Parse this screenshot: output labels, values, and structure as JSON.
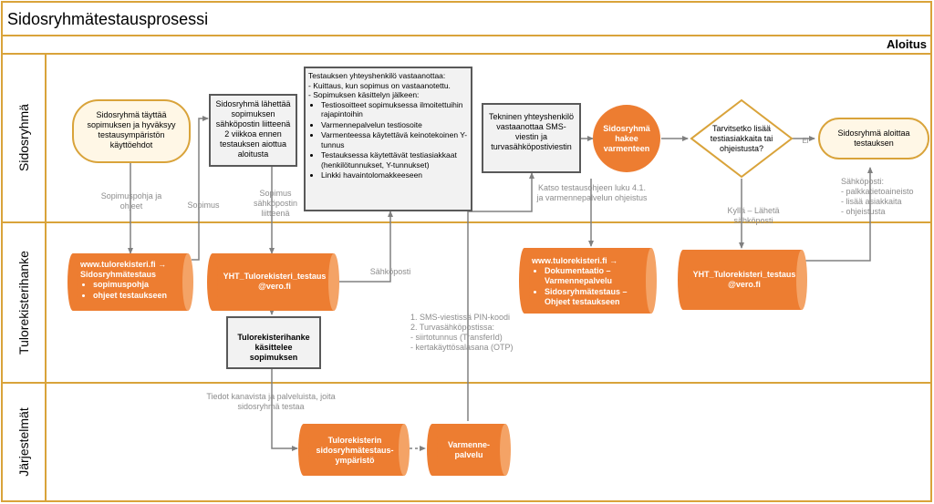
{
  "title": "Sidosryhmätestausprosessi",
  "header_right": "Aloitus",
  "lanes": [
    "Sidosryhmä",
    "Tulorekisterihanke",
    "Järjestelmät"
  ],
  "nodes": {
    "n1": "Sidosryhmä täyttää sopimuksen ja hyväksyy testausympäristön käyttöehdot",
    "n2": "Sidosryhmä lähettää sopimuksen sähköpostin liitteenä 2 viikkoa ennen testauksen aiottua aloitusta",
    "n3": {
      "line1": "Testauksen yhteyshenkilö vastaanottaa:",
      "line2": "- Kuittaus, kun sopimus on vastaanotettu.",
      "line3": "- Sopimuksen käsittelyn jälkeen:",
      "items": [
        "Testiosoitteet sopimuksessa ilmoitettuihin rajapintoihin",
        "Varmennepalvelun testiosoite",
        "Varmenteessa käytettävä keinotekoinen Y-tunnus",
        "Testauksessa käytettävät testiasiakkaat (henkilötunnukset, Y-tunnukset)",
        "Linkki havaintolomakkeeseen"
      ]
    },
    "n4": "Tekninen yhteyshenkilö vastaanottaa SMS-viestin ja turvasähköpostiviestin",
    "n5": "Sidosryhmä hakee varmenteen",
    "n6": "Tarvitsetko lisää testiasiakkaita tai ohjeistusta?",
    "n7": "Sidosryhmä aloittaa testauksen",
    "d1": {
      "line1": "www.tulorekisteri.fi →",
      "line2": "Sidosryhmätestaus",
      "items": [
        "sopimuspohja",
        "ohjeet testaukseen"
      ]
    },
    "d2": "YHT_Tulorekisteri_testaus @vero.fi",
    "p1": "Tulorekisterihanke käsittelee sopimuksen",
    "d3": {
      "line1": "www.tulorekisteri.fi →",
      "items": [
        "Dokumentaatio – Varmennepalvelu",
        "Sidosryhmätestaus – Ohjeet testaukseen"
      ]
    },
    "d4": "YHT_Tulorekisteri_testaus @vero.fi",
    "s1": "Tulorekisterin sidosryhmätestaus-ympäristö",
    "s2": "Varmenne-palvelu"
  },
  "labels": {
    "l_sopimuspohja": "Sopimuspohja ja ohjeet",
    "l_sopimus": "Sopimus",
    "l_liitteena": "Sopimus sähköpostin liitteenä",
    "l_sahkoposti": "Sähköposti",
    "l_sms": "1. SMS-viestissä PIN-koodi\n2. Turvasähköpostissa:\n- siirtotunnus (TransferId)\n- kertakäyttösalasana (OTP)",
    "l_katso": "Katso testausohjeen luku 4.1. ja varmennepalvelun ohjeistus",
    "l_ei": "Ei",
    "l_kylla": "Kyllä – Lähetä sähköposti",
    "l_sahkoposti2": "Sähköposti:\n- palkkatietoaineisto\n- lisää asiakkaita\n- ohjeistusta",
    "l_tiedot": "Tiedot kanavista ja palveluista, joita sidosryhmä testaa"
  },
  "colors": {
    "frame": "#d9a33a",
    "orange": "#ed7d31",
    "grey_box": "#f2f2f2",
    "grey_line": "#808080",
    "label_grey": "#8c8c8c"
  }
}
